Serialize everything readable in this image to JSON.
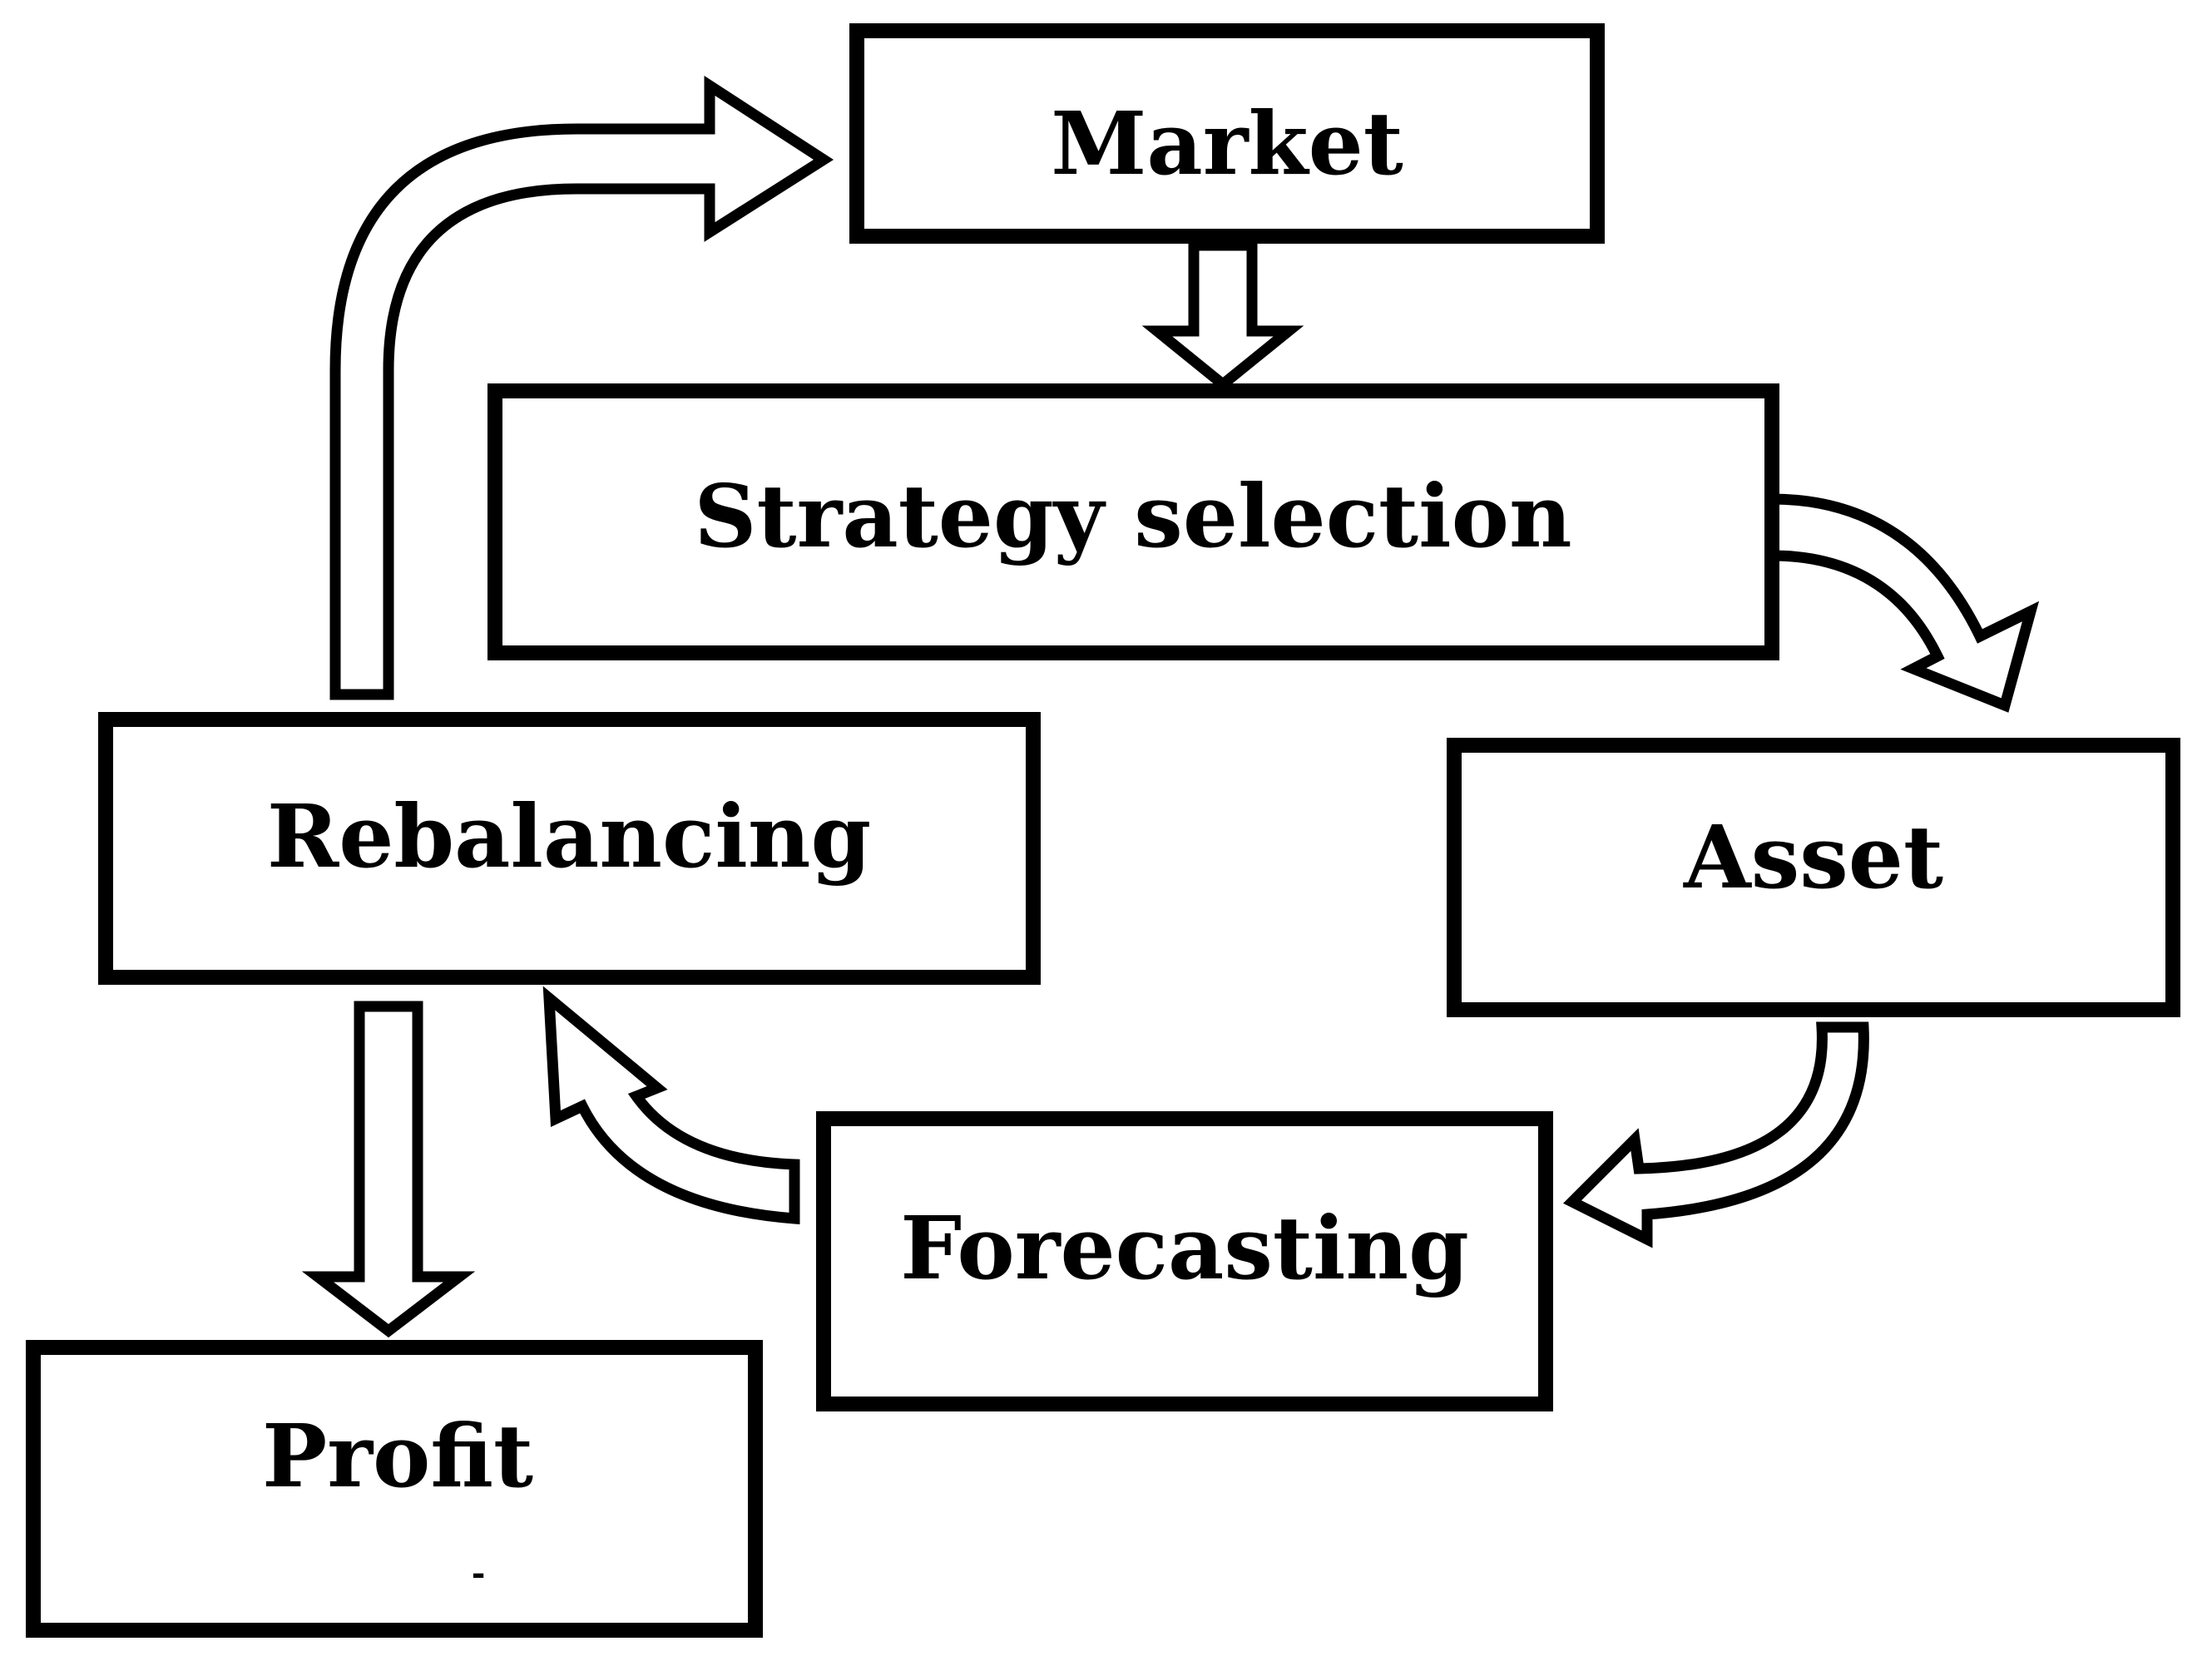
{
  "diagram": {
    "nodes": {
      "market": "Market",
      "strategy": "Strategy selection",
      "asset": "Asset",
      "forecasting": "Forecasting",
      "rebalancing": "Rebalancing",
      "profit": "Profit"
    },
    "stray_mark": "-",
    "edges": [
      {
        "from": "market",
        "to": "strategy"
      },
      {
        "from": "strategy",
        "to": "asset"
      },
      {
        "from": "asset",
        "to": "forecasting"
      },
      {
        "from": "forecasting",
        "to": "rebalancing"
      },
      {
        "from": "rebalancing",
        "to": "market"
      },
      {
        "from": "rebalancing",
        "to": "profit"
      }
    ],
    "colors": {
      "stroke": "#000000",
      "fill": "#ffffff"
    }
  }
}
